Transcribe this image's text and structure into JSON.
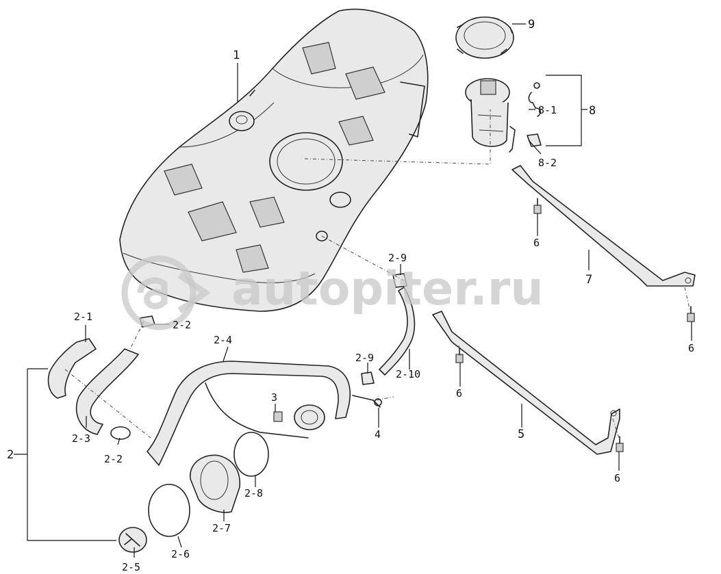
{
  "watermark": {
    "text": "autopiter.ru",
    "color": "#c8c8c8"
  },
  "callouts": {
    "c1": "1",
    "c2": "2",
    "c2_1": "2-1",
    "c2_2a": "2-2",
    "c2_2b": "2-2",
    "c2_3": "2-3",
    "c2_4": "2-4",
    "c2_5": "2-5",
    "c2_6": "2-6",
    "c2_7": "2-7",
    "c2_8": "2-8",
    "c2_9a": "2-9",
    "c2_9b": "2-9",
    "c2_10": "2-10",
    "c3": "3",
    "c4": "4",
    "c5": "5",
    "c6a": "6",
    "c6b": "6",
    "c6c": "6",
    "c6d": "6",
    "c7": "7",
    "c8": "8",
    "c8_1": "8-1",
    "c8_2": "8-2",
    "c9": "9"
  }
}
